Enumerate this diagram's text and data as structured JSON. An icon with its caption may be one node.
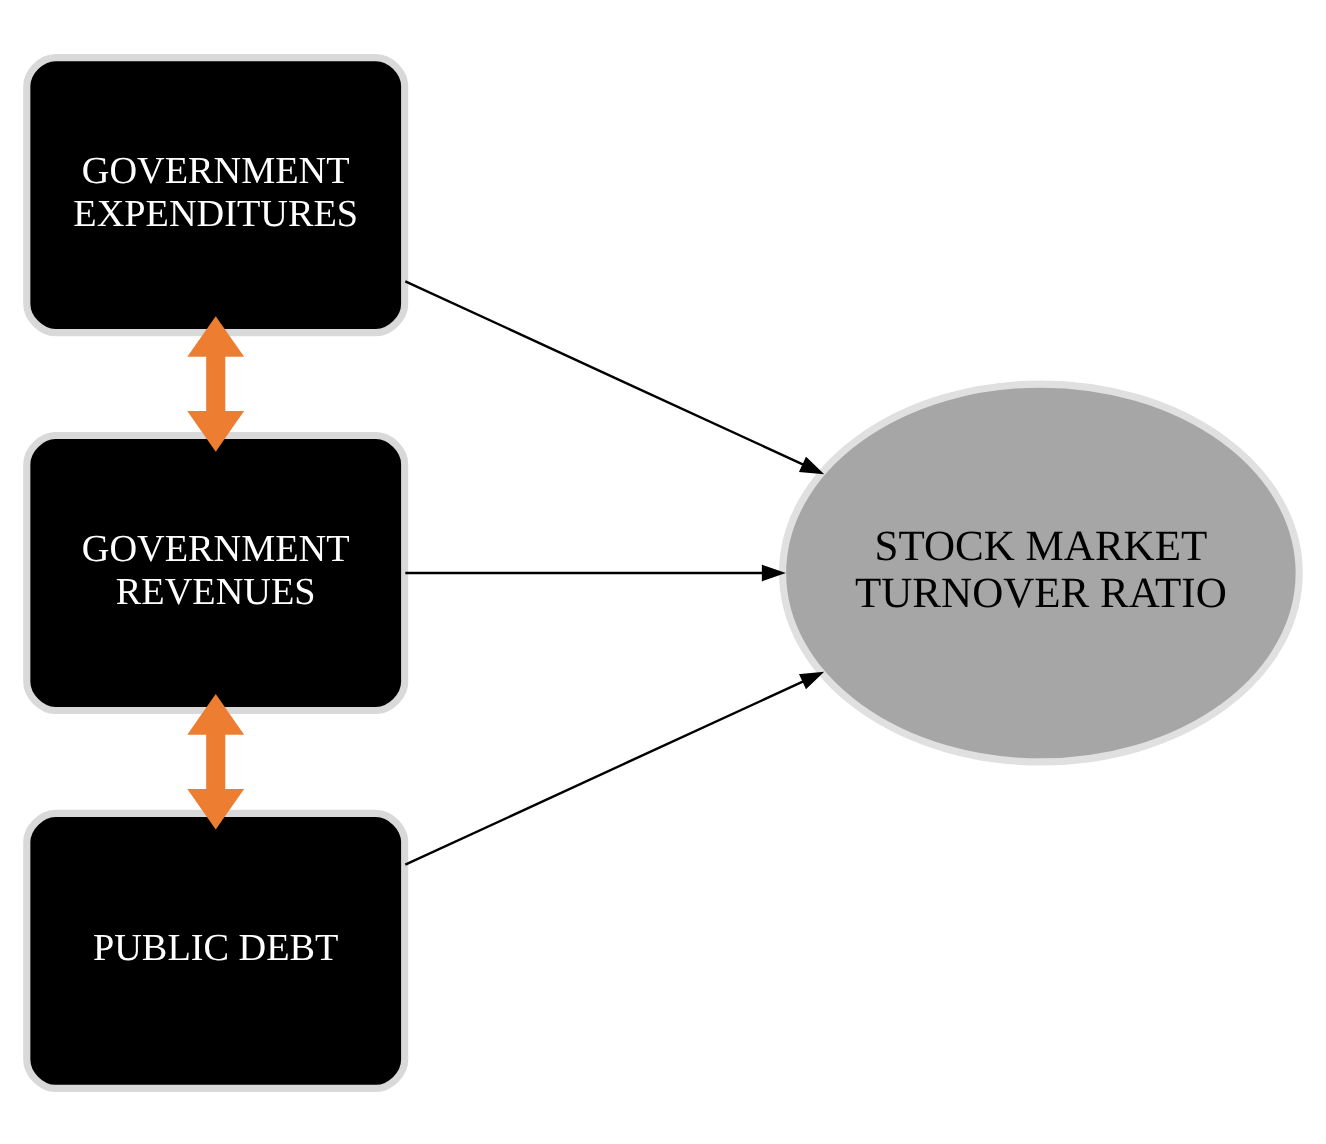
{
  "diagram": {
    "nodes": [
      {
        "text": [
          "GOVERNMENT EXPENDITURES"
        ]
      },
      {
        "text": [
          "GOVERNMENT REVENUES"
        ]
      },
      {
        "text": [
          "PUBLIC DEBT"
        ]
      },
      {
        "text": [
          "STOCK MARKET TURNOVER RATIO"
        ]
      }
    ],
    "edges": [
      {
        "from": 0,
        "to": 3,
        "arrow": "to"
      },
      {
        "from": 1,
        "to": 3,
        "arrow": "to"
      },
      {
        "from": 2,
        "to": 3,
        "arrow": "to"
      },
      {
        "from": 0,
        "to": 1,
        "arrow": "both",
        "style": "thick",
        "color": "#ed7d31"
      },
      {
        "from": 1,
        "to": 2,
        "arrow": "both",
        "style": "thick",
        "color": "#ed7d31"
      }
    ]
  }
}
